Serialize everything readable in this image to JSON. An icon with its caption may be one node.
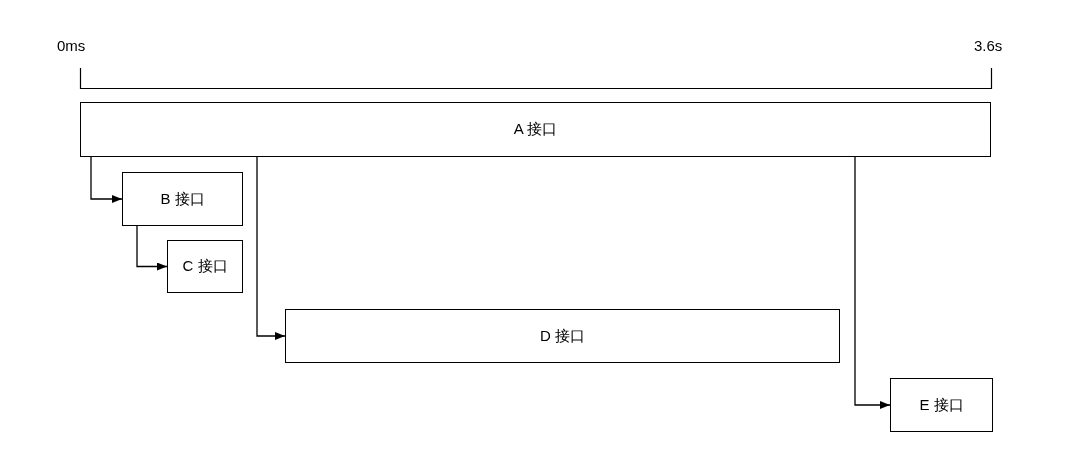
{
  "diagram": {
    "nodes": [
      {
        "text": [
          "A 接口"
        ]
      },
      {
        "text": [
          "B 接口"
        ]
      },
      {
        "text": [
          "C 接口"
        ]
      },
      {
        "text": [
          "D 接口"
        ]
      },
      {
        "text": [
          "E 接口"
        ]
      }
    ],
    "edges": [
      {
        "from": 0,
        "to": 1,
        "arrow": "to"
      },
      {
        "from": 1,
        "to": 2,
        "arrow": "to"
      },
      {
        "from": 0,
        "to": 3,
        "arrow": "to"
      },
      {
        "from": 0,
        "to": 4,
        "arrow": "to"
      }
    ],
    "labels": [
      "0ms",
      "3.6s"
    ]
  }
}
